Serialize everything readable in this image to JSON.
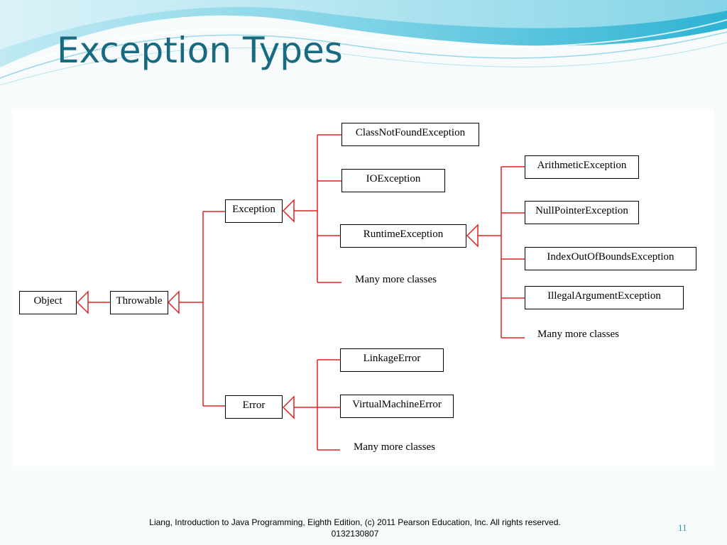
{
  "slide": {
    "title": "Exception Types",
    "footer": "Liang, Introduction to Java Programming, Eighth Edition, (c) 2011 Pearson Education, Inc. All rights reserved. 0132130807",
    "page_number": "11",
    "colors": {
      "title": "#176a80",
      "connector": "#e02020",
      "accent": "#5fc3dc"
    }
  },
  "diagram": {
    "object": "Object",
    "throwable": "Throwable",
    "exception": "Exception",
    "error": "Error",
    "class_not_found": "ClassNotFoundException",
    "io_exception": "IOException",
    "runtime_exception": "RuntimeException",
    "exception_more": "Many more classes",
    "arithmetic": "ArithmeticException",
    "null_pointer": "NullPointerException",
    "index_out_of_bounds": "IndexOutOfBoundsException",
    "illegal_argument": "IllegalArgumentException",
    "runtime_more": "Many more classes",
    "linkage_error": "LinkageError",
    "virtual_machine_error": "VirtualMachineError",
    "error_more": "Many more classes"
  }
}
